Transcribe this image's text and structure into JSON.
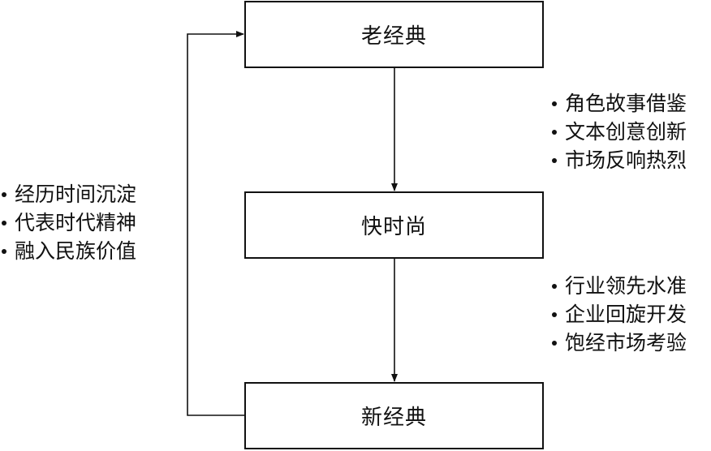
{
  "nodes": {
    "old_classic": "老经典",
    "fast_fashion": "快时尚",
    "new_classic": "新经典"
  },
  "left_list": [
    "经历时间沉淀",
    "代表时代精神",
    "融入民族价值"
  ],
  "right_top_list": [
    "角色故事借鉴",
    "文本创意创新",
    "市场反响热烈"
  ],
  "right_bottom_list": [
    "行业领先水准",
    "企业回旋开发",
    "饱经市场考验"
  ],
  "colors": {
    "line": "#111111",
    "background": "#ffffff"
  }
}
